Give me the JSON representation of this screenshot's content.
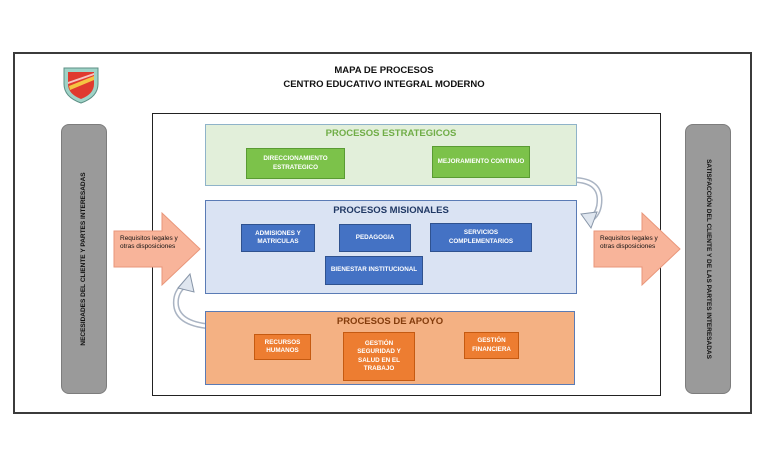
{
  "header": {
    "title": "MAPA DE PROCESOS",
    "subtitle": "CENTRO EDUCATIVO INTEGRAL MODERNO"
  },
  "left_sidebar": {
    "label": "NECESIDADES DEL CLIENTE Y PARTES INTERESADAS"
  },
  "right_sidebar": {
    "label": "SATISFACCIÓN DEL CLIENTE Y DE LAS PARTES INTERESADAS"
  },
  "input_arrow": {
    "label": "Requisitos legales y otras disposiciones"
  },
  "output_arrow": {
    "label": "Requisitos legales y otras disposiciones"
  },
  "estrategicos": {
    "title": "PROCESOS ESTRATEGICOS",
    "items": [
      "DIRECCIONAMIENTO ESTRATEGICO",
      "MEJORAMIENTO CONTINUO"
    ]
  },
  "misionales": {
    "title": "PROCESOS MISIONALES",
    "items": [
      "ADMISIONES Y MATRICULAS",
      "PEDAGOGIA",
      "SERVICIOS COMPLEMENTARIOS",
      "BIENESTAR INSTITUCIONAL"
    ]
  },
  "apoyo": {
    "title": "PROCESOS DE APOYO",
    "items": [
      "RECURSOS HUMANOS",
      "GESTIÓN SEGURIDAD Y SALUD EN EL TRABAJO",
      "GESTIÓN FINANCIERA"
    ]
  },
  "colors": {
    "estrategicos_fill": "#e2efda",
    "estrategicos_box": "#7cc24a",
    "misionales_fill": "#dae3f3",
    "misionales_box": "#4472c4",
    "apoyo_fill": "#f4b183",
    "apoyo_box": "#ed7d31",
    "sidebar": "#9a9a9a",
    "io_arrow": "#f8b49a"
  },
  "icons": [
    "school-shield-logo",
    "curved-arrow-down",
    "curved-arrow-up"
  ]
}
